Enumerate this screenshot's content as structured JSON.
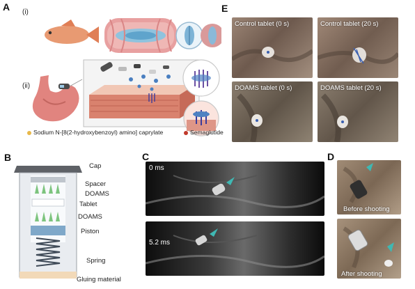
{
  "panels": {
    "A": {
      "letter": "A",
      "sub_i": "(i)",
      "sub_ii": "(ii)",
      "legend": {
        "yellow_label": "Sodium N-[8(2-hydroxybenzoyl) amino] caprylate",
        "red_label": "Semaglutide",
        "yellow_color": "#e8b84a",
        "red_color": "#c0392b"
      }
    },
    "B": {
      "letter": "B",
      "labels": {
        "cap": "Cap",
        "spacer": "Spacer",
        "doams_top": "DOAMS",
        "tablet": "Tablet",
        "doams_bottom": "DOAMS",
        "piston": "Piston",
        "spring": "Spring",
        "gluing": "Gluing material"
      }
    },
    "C": {
      "letter": "C",
      "frames": [
        {
          "time": "0 ms"
        },
        {
          "time": "5.2 ms"
        }
      ],
      "arrow_color": "#3fb8b3"
    },
    "D": {
      "letter": "D",
      "frames": [
        {
          "caption": "Before shooting"
        },
        {
          "caption": "After shooting"
        }
      ]
    },
    "E": {
      "letter": "E",
      "photos": [
        {
          "caption": "Control tablet (0 s)"
        },
        {
          "caption": "Control tablet (20 s)"
        },
        {
          "caption": "DOAMS tablet (0 s)"
        },
        {
          "caption": "DOAMS tablet (20 s)"
        }
      ]
    }
  }
}
